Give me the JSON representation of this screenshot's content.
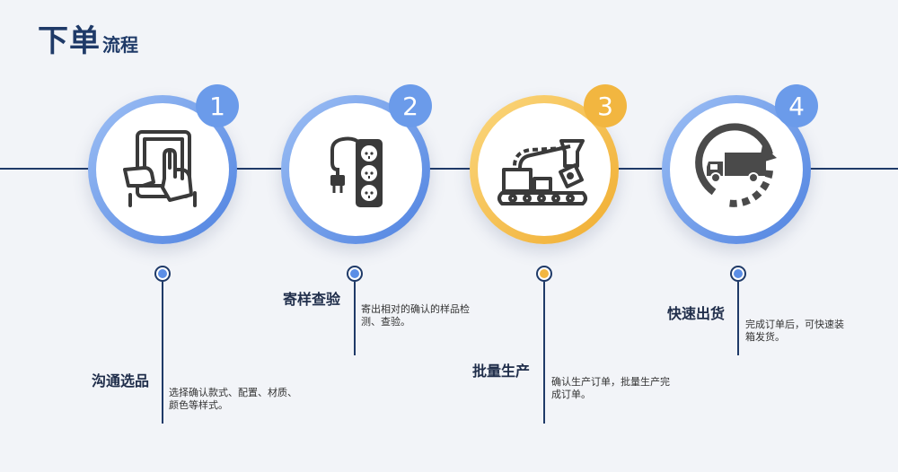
{
  "title": {
    "main": "下单",
    "sub": "流程"
  },
  "colors": {
    "blue": "#5b8ee6",
    "orange": "#f2b640",
    "navy": "#1f3a68"
  },
  "steps": [
    {
      "number": "1",
      "icon": "tablet-touch-icon",
      "heading": "沟通选品",
      "desc": "选择确认款式、配置、材质、颜色等样式。"
    },
    {
      "number": "2",
      "icon": "power-strip-icon",
      "heading": "寄样查验",
      "desc": "寄出相对的确认的样品检测、查验。"
    },
    {
      "number": "3",
      "icon": "production-line-icon",
      "heading": "批量生产",
      "desc": "确认生产订单，批量生产完成订单。"
    },
    {
      "number": "4",
      "icon": "delivery-truck-icon",
      "heading": "快速出货",
      "desc": "完成订单后，可快速装箱发货。"
    }
  ]
}
